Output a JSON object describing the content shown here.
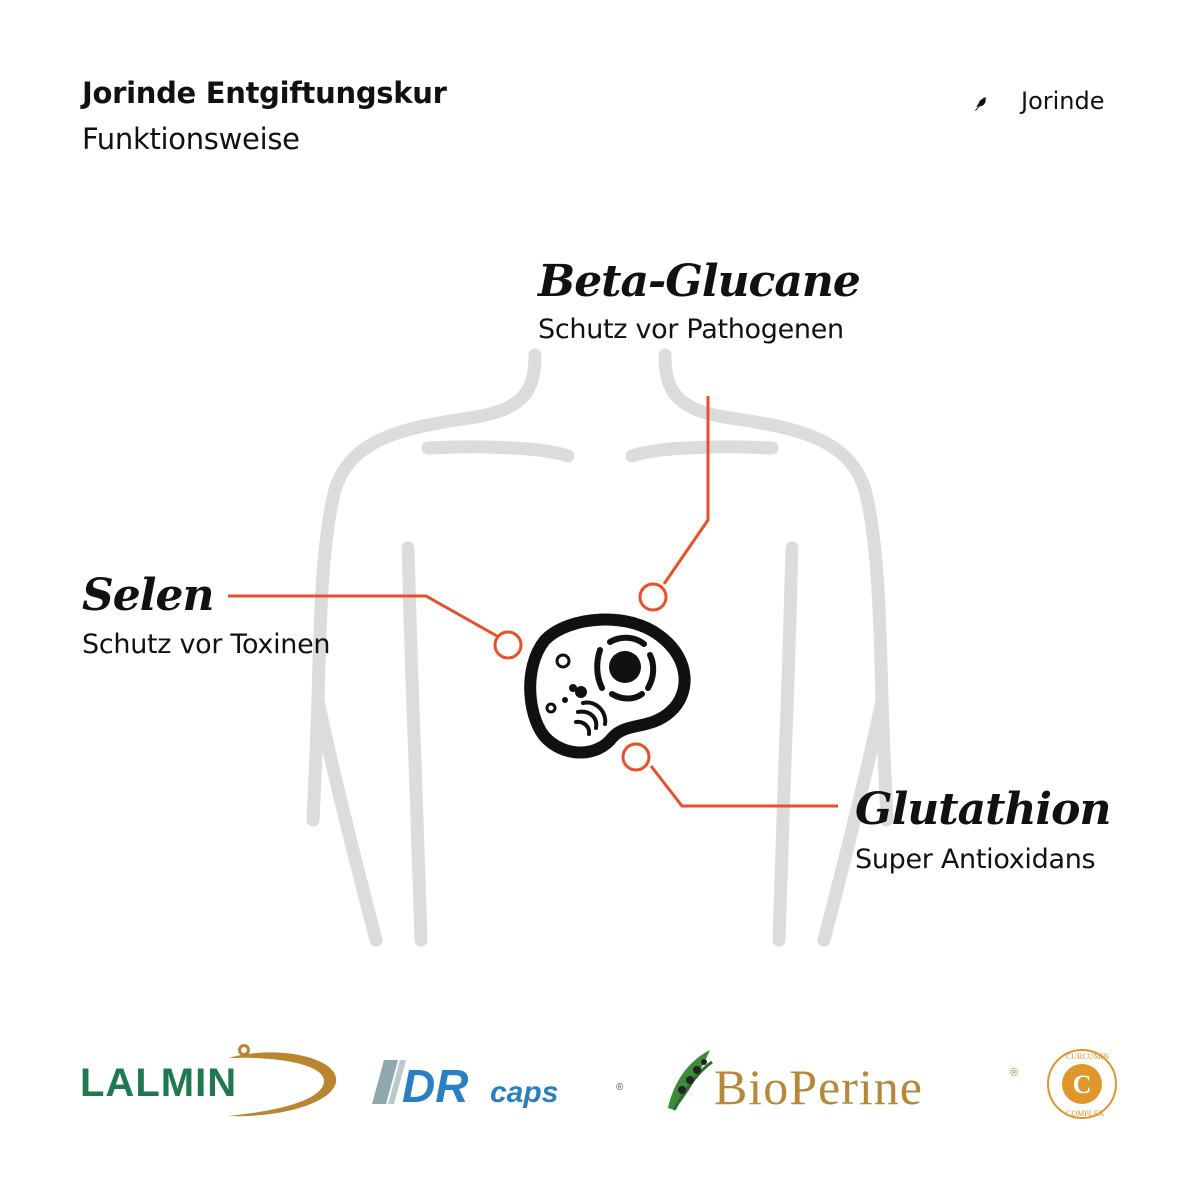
{
  "header": {
    "title": "Jorinde Entgiftungskur",
    "subtitle": "Funktionsweise"
  },
  "brand": {
    "name": "Jorinde",
    "icon": "bird-icon"
  },
  "ingredients": [
    {
      "name": "Beta-Glucane",
      "description": "Schutz vor Pathogenen"
    },
    {
      "name": "Selen",
      "description": "Schutz vor Toxinen"
    },
    {
      "name": "Glutathion",
      "description": "Super Antioxidans"
    }
  ],
  "colors": {
    "accent": "#e8502a",
    "body_outline": "#dcdcdc",
    "text": "#111111",
    "lalmin_green": "#1e7a4e",
    "lalmin_gold": "#b8862f",
    "drcaps_blue": "#2a7fc1",
    "bioperine_gold": "#b5893a",
    "curcumin_orange": "#e0962a"
  },
  "logos": {
    "lalmin": "LALMIN",
    "drcaps_dr": "DR",
    "drcaps_caps": "caps",
    "bioperine": "BioPerine",
    "curcumin_top": "CURCUMIN",
    "curcumin_bottom": "COMPLEX",
    "curcumin_letter": "C",
    "registered": "®"
  }
}
